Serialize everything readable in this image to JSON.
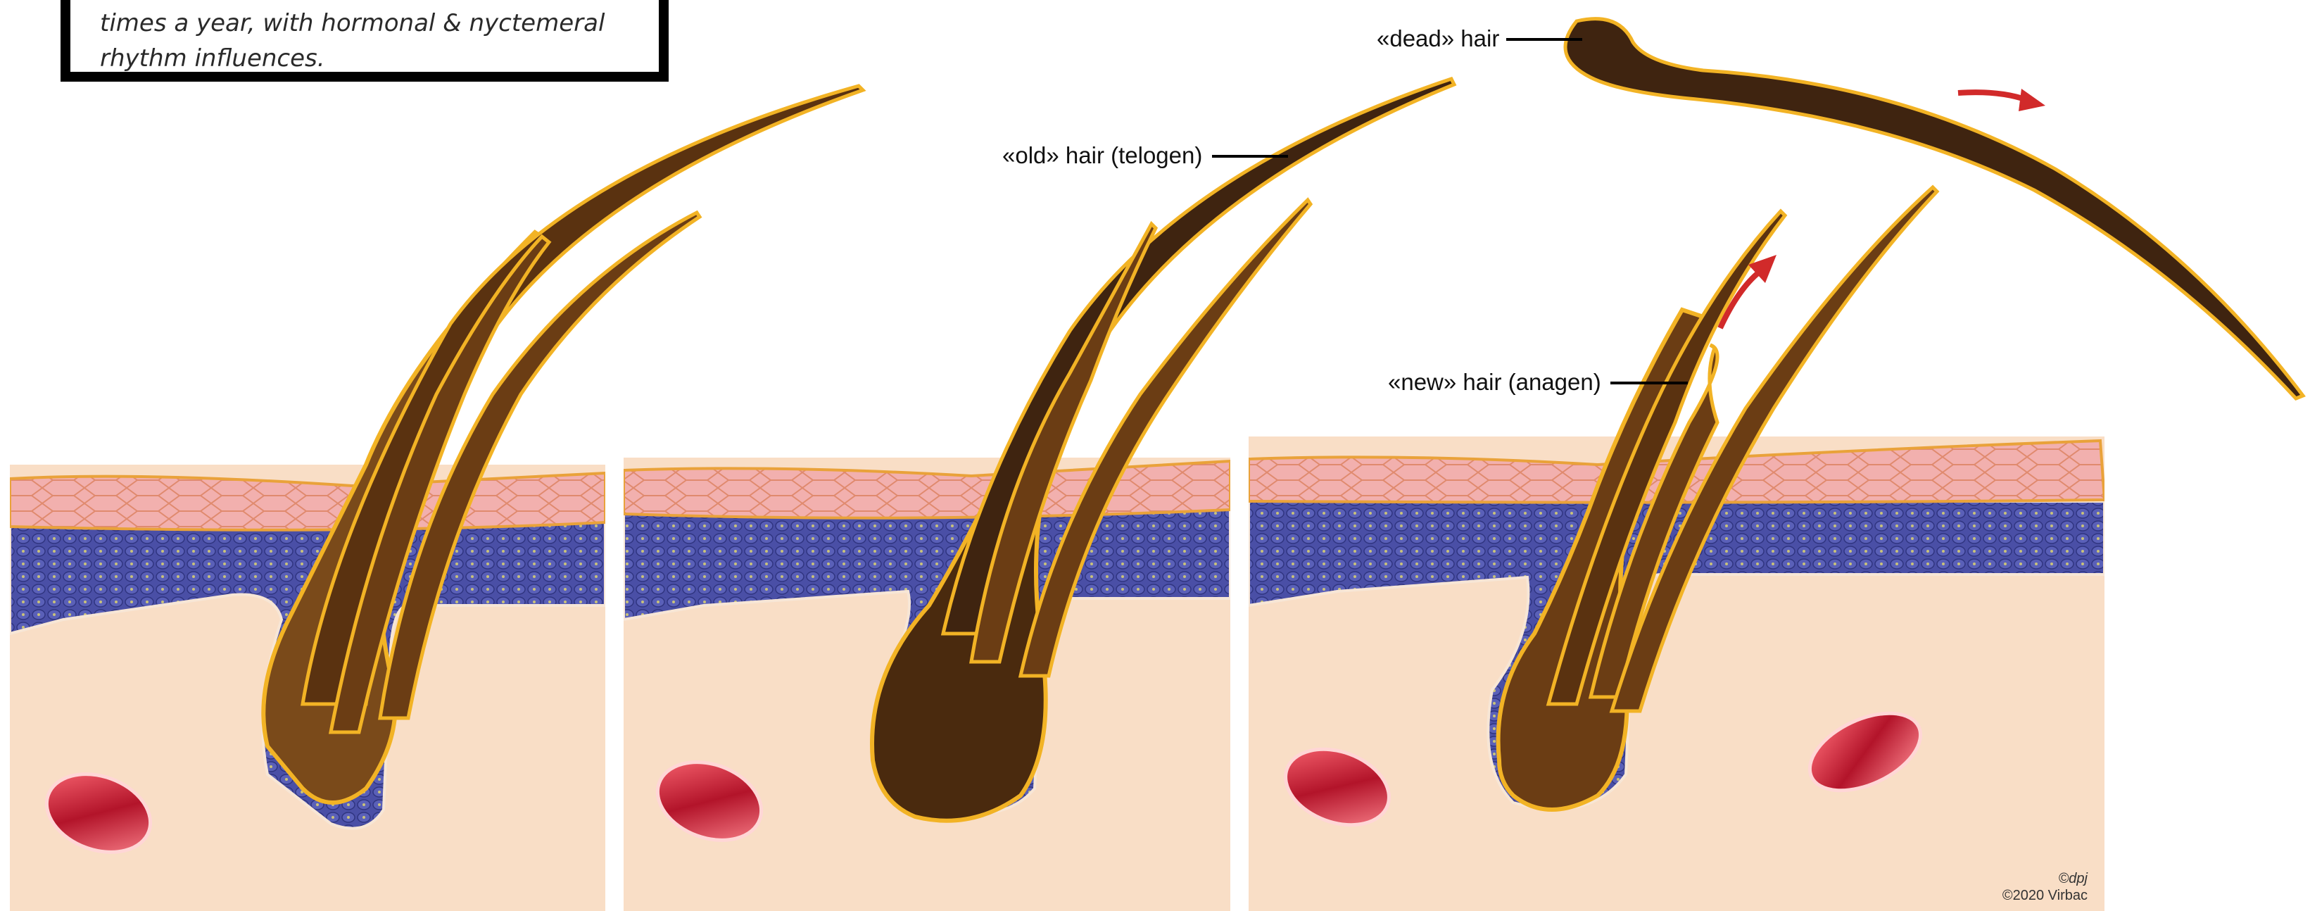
{
  "note": {
    "lines": [
      "times a year, with hormonal & nyctemeral",
      "rhythm influences."
    ]
  },
  "labels": {
    "dead_hair": "«dead» hair",
    "old_hair": "«old» hair (telogen)",
    "new_hair": "«new» hair (anagen)"
  },
  "credit": {
    "author": "©dpj",
    "copyright": "©2020 Virbac"
  },
  "panels": [
    {
      "name": "panel-1"
    },
    {
      "name": "panel-2"
    },
    {
      "name": "panel-3"
    }
  ],
  "colors": {
    "dermis": "#f9dec6",
    "epidermis": "#4a4fa6",
    "stratum_corneum": "#f2b0ae",
    "hair_dark": "#3f2410",
    "hair_mid": "#6b3d14",
    "sheath": "#f2b325",
    "vessel": "#e6404f",
    "arrow": "#d12a2a",
    "frame": "#000000"
  }
}
